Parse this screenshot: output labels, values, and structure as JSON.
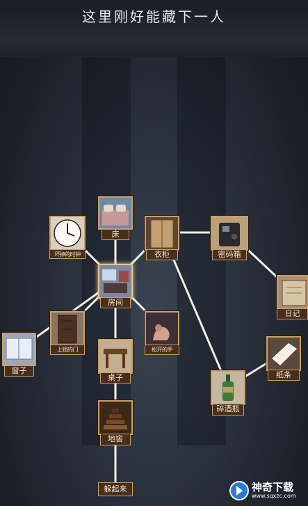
{
  "title": "这里刚好能藏下一人",
  "nodes": [
    {
      "id": "bed",
      "label": "床",
      "icon": "bed-icon"
    },
    {
      "id": "clock",
      "label": "坏掉的时钟",
      "icon": "clock-icon"
    },
    {
      "id": "wardrobe",
      "label": "衣柜",
      "icon": "wardrobe-icon"
    },
    {
      "id": "safe",
      "label": "密码箱",
      "icon": "safe-icon"
    },
    {
      "id": "diary",
      "label": "日记",
      "icon": "diary-icon"
    },
    {
      "id": "room",
      "label": "房间",
      "icon": "room-icon"
    },
    {
      "id": "locked-door",
      "label": "上锁的门",
      "icon": "door-icon"
    },
    {
      "id": "loose-hand",
      "label": "松开的手",
      "icon": "hand-icon"
    },
    {
      "id": "window",
      "label": "窗子",
      "icon": "window-icon"
    },
    {
      "id": "table",
      "label": "桌子",
      "icon": "table-icon"
    },
    {
      "id": "note",
      "label": "纸条",
      "icon": "note-icon"
    },
    {
      "id": "broken-bottle",
      "label": "碎酒瓶",
      "icon": "bottle-icon"
    },
    {
      "id": "cellar",
      "label": "地窖",
      "icon": "cellar-icon"
    },
    {
      "id": "hide",
      "label": "躲起来",
      "icon": ""
    }
  ],
  "edges": [
    [
      "room",
      "bed"
    ],
    [
      "room",
      "clock"
    ],
    [
      "room",
      "wardrobe"
    ],
    [
      "room",
      "locked-door"
    ],
    [
      "room",
      "window"
    ],
    [
      "room",
      "loose-hand"
    ],
    [
      "room",
      "table"
    ],
    [
      "wardrobe",
      "safe"
    ],
    [
      "safe",
      "diary"
    ],
    [
      "wardrobe",
      "broken-bottle"
    ],
    [
      "broken-bottle",
      "note"
    ],
    [
      "table",
      "cellar"
    ],
    [
      "cellar",
      "hide"
    ]
  ],
  "selected": "room",
  "watermark": {
    "name": "神奇下载",
    "url": "www.sqxzc.com"
  },
  "colors": {
    "frame": "#c9a06a",
    "label_bg": "#4a2e1c",
    "edge": "#f2efe9"
  }
}
